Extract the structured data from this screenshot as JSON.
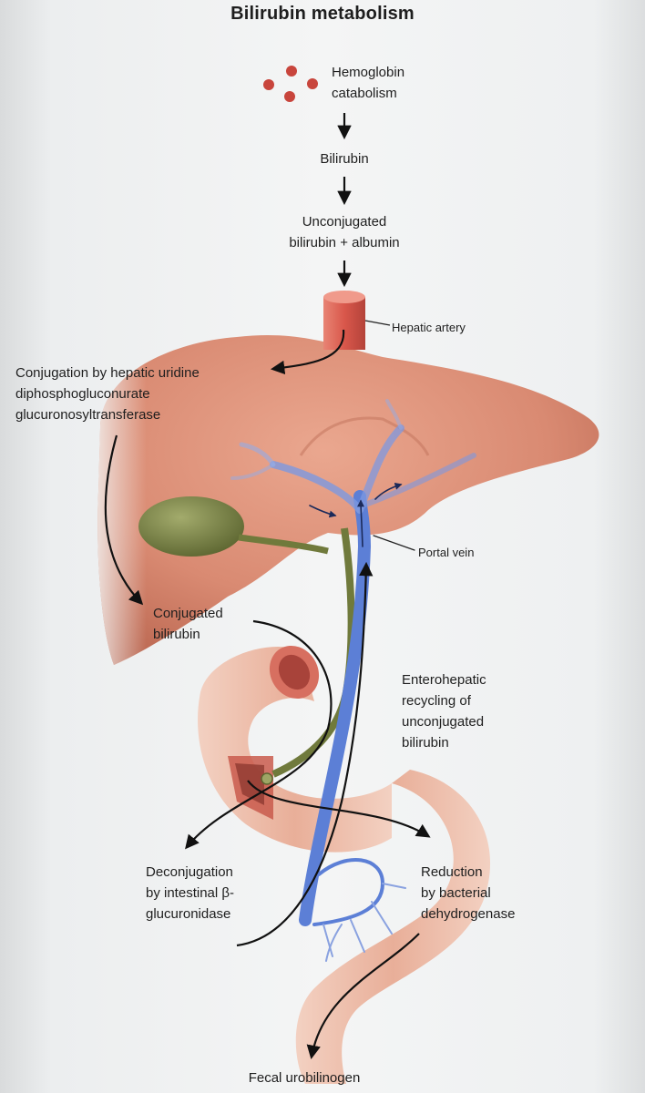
{
  "title": "Bilirubin metabolism",
  "labels": {
    "hemoglobin": [
      "Hemoglobin",
      "catabolism"
    ],
    "bilirubin": "Bilirubin",
    "unconjugated": [
      "Unconjugated",
      "bilirubin + albumin"
    ],
    "hepatic_artery": "Hepatic artery",
    "conjugation": [
      "Conjugation by hepatic uridine",
      "diphosphogluconurate",
      "glucuronosyltransferase"
    ],
    "portal_vein": "Portal vein",
    "conjugated": [
      "Conjugated",
      "bilirubin"
    ],
    "enterohepatic": [
      "Enterohepatic",
      "recycling of",
      "unconjugated",
      "bilirubin"
    ],
    "deconjugation": [
      "Deconjugation",
      "by intestinal β-",
      "glucuronidase"
    ],
    "reduction": [
      "Reduction",
      "by bacterial",
      "dehydrogenase"
    ],
    "fecal": "Fecal urobilinogen"
  },
  "colors": {
    "liver": "#d98a72",
    "gallbladder": "#7d8645",
    "portal_vein": "#5c7fd6",
    "hepatic_artery": "#d9574b",
    "intestine": "#eab4a0",
    "hemoglobin_dots": "#c8453c",
    "arrows": "#111111"
  }
}
